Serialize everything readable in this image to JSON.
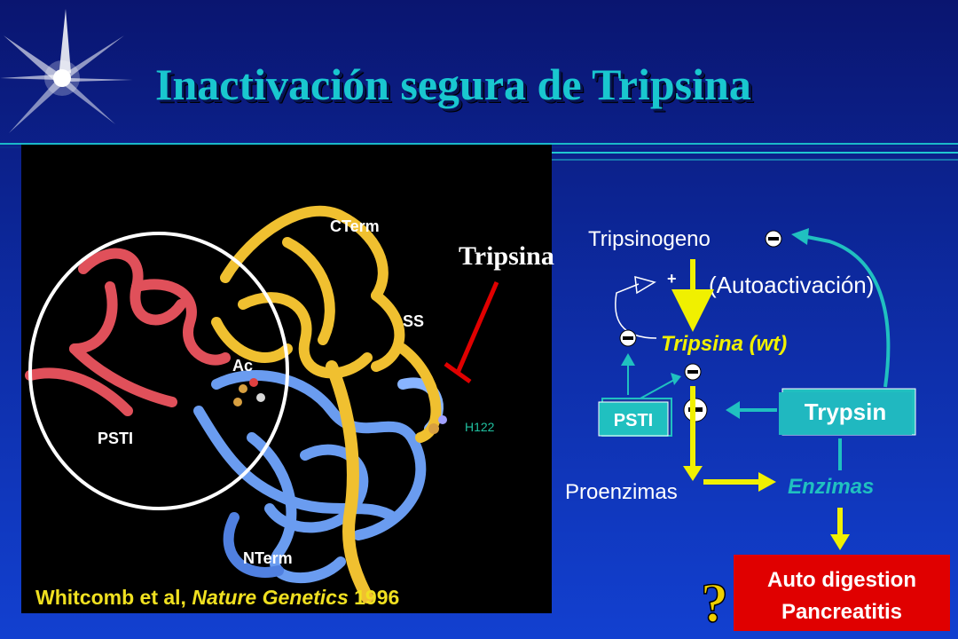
{
  "title": "Inactivación segura de Tripsina",
  "structure": {
    "labels": {
      "cterm": "CTerm",
      "ss": "SS",
      "ac": "Ac",
      "psti": "PSTI",
      "nterm": "NTerm",
      "h122": "H122"
    },
    "citation": {
      "authors": "Whitcomb et al, ",
      "journal": "Nature Genetics",
      "year": " 1996"
    }
  },
  "tripsina_label": "Tripsina",
  "pathway": {
    "tripsinogeno": "Tripsinogeno",
    "plus": "+",
    "autoactivacion": "(Autoactivación)",
    "minus": "-",
    "tripsina_wt": "Tripsina (wt)",
    "psti_box": "PSTI",
    "trypsin_box": "Trypsin",
    "proenzimas": "Proenzimas",
    "enzimas": "Enzimas",
    "outcome_line1": "Auto digestion",
    "outcome_line2": "Pancreatitis",
    "question": "?"
  },
  "colors": {
    "title": "#19c7cf",
    "psti_ribbon": "#e0505a",
    "trypsin_ribbon_gold": "#f0c030",
    "trypsin_ribbon_blue": "#6a9cf0",
    "arrow_yellow": "#f0f000",
    "arrow_teal": "#20c0c0",
    "inhibit_red": "#e00000",
    "outcome_box": "#e00000"
  }
}
